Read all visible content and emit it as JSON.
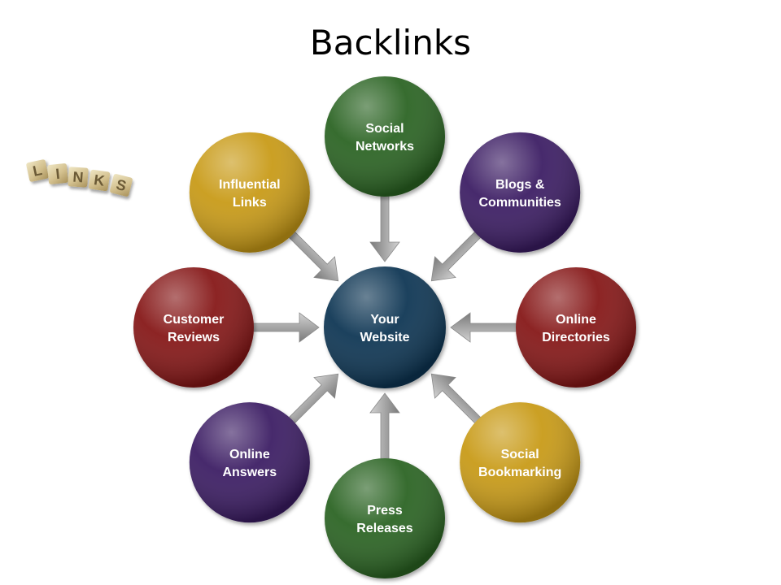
{
  "title": "Backlinks",
  "logo": {
    "letters": [
      "L",
      "I",
      "N",
      "K",
      "S"
    ]
  },
  "center": {
    "lines": [
      "Your",
      "Website"
    ],
    "color": "#0f3552"
  },
  "nodes": [
    {
      "id": "social-networks",
      "lines": [
        "Social",
        "Networks"
      ],
      "color": "#2c6322"
    },
    {
      "id": "blogs-communities",
      "lines": [
        "Blogs &",
        "Communities"
      ],
      "color": "#3b1c63"
    },
    {
      "id": "online-directories",
      "lines": [
        "Online",
        "Directories"
      ],
      "color": "#851818"
    },
    {
      "id": "social-bookmarking",
      "lines": [
        "Social",
        "Bookmarking"
      ],
      "color": "#c89a12"
    },
    {
      "id": "press-releases",
      "lines": [
        "Press",
        "Releases"
      ],
      "color": "#2c6322"
    },
    {
      "id": "online-answers",
      "lines": [
        "Online",
        "Answers"
      ],
      "color": "#3b1c63"
    },
    {
      "id": "customer-reviews",
      "lines": [
        "Customer",
        "Reviews"
      ],
      "color": "#851818"
    },
    {
      "id": "influential-links",
      "lines": [
        "Influential",
        "Links"
      ],
      "color": "#c89a12"
    }
  ]
}
